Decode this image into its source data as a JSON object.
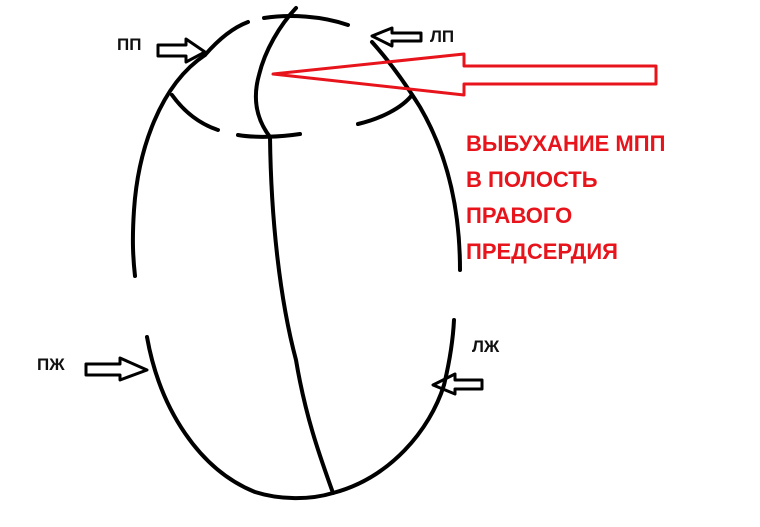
{
  "labels": {
    "rv": "ПЖ",
    "ra": "ПП",
    "la": "ЛП",
    "lv": "ЛЖ"
  },
  "annotation": {
    "lines": [
      "ВЫБУХАНИЕ МПП",
      "В ПОЛОСТЬ",
      "ПРАВОГО",
      "ПРЕДСЕРДИЯ"
    ]
  },
  "colors": {
    "stroke": "#000000",
    "annotation": "#e8141c",
    "background": "#ffffff"
  }
}
